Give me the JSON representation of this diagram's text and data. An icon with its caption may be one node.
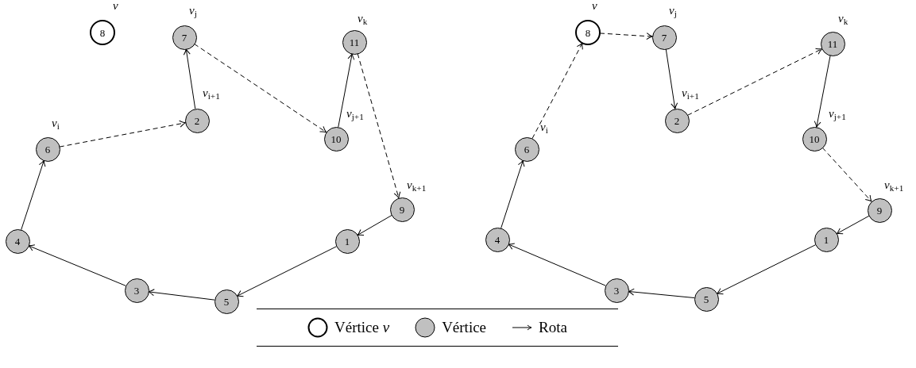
{
  "diagram": {
    "nodes": [
      {
        "text": [
          "8"
        ],
        "beside": [
          "*v*"
        ]
      },
      {
        "text": [
          "7"
        ],
        "beside": [
          "*v*$_{j}$"
        ]
      },
      {
        "text": [
          "11"
        ],
        "beside": [
          "*v*$_{k}$"
        ]
      },
      {
        "text": [
          "2"
        ],
        "beside": [
          "*v*$_{i+1}$"
        ]
      },
      {
        "text": [
          "6"
        ],
        "beside": [
          "*v*$_{i}$"
        ]
      },
      {
        "text": [
          "10"
        ],
        "beside": [
          "*v*$_{j+1}$"
        ]
      },
      {
        "text": [
          "9"
        ],
        "beside": [
          "*v*$_{k+1}$"
        ]
      },
      {
        "text": [
          "4"
        ]
      },
      {
        "text": [
          "1"
        ]
      },
      {
        "text": [
          "3"
        ]
      },
      {
        "text": [
          "5"
        ]
      },
      {
        "text": [
          "8"
        ],
        "beside": [
          "*v*"
        ]
      },
      {
        "text": [
          "7"
        ],
        "beside": [
          "*v*$_{j}$"
        ]
      },
      {
        "text": [
          "11"
        ],
        "beside": [
          "*v*$_{k}$"
        ]
      },
      {
        "text": [
          "2"
        ],
        "beside": [
          "*v*$_{i+1}$"
        ]
      },
      {
        "text": [
          "6"
        ],
        "beside": [
          "*v*$_{i}$"
        ]
      },
      {
        "text": [
          "10"
        ],
        "beside": [
          "*v*$_{j+1}$"
        ]
      },
      {
        "text": [
          "9"
        ],
        "beside": [
          "*v*$_{k+1}$"
        ]
      },
      {
        "text": [
          "4"
        ]
      },
      {
        "text": [
          "1"
        ]
      },
      {
        "text": [
          "3"
        ]
      },
      {
        "text": [
          "5"
        ]
      }
    ],
    "edges": [
      {
        "from": 7,
        "to": 4,
        "arrow": "to"
      },
      {
        "from": 4,
        "to": 3,
        "arrow": "to",
        "style": "dashed"
      },
      {
        "from": 3,
        "to": 1,
        "arrow": "to"
      },
      {
        "from": 1,
        "to": 5,
        "arrow": "to",
        "style": "dashed"
      },
      {
        "from": 5,
        "to": 2,
        "arrow": "to"
      },
      {
        "from": 2,
        "to": 6,
        "arrow": "to",
        "style": "dashed"
      },
      {
        "from": 6,
        "to": 8,
        "arrow": "to"
      },
      {
        "from": 8,
        "to": 10,
        "arrow": "to"
      },
      {
        "from": 10,
        "to": 9,
        "arrow": "to"
      },
      {
        "from": 9,
        "to": 7,
        "arrow": "to"
      },
      {
        "from": 18,
        "to": 15,
        "arrow": "to"
      },
      {
        "from": 15,
        "to": 11,
        "arrow": "to",
        "style": "dashed"
      },
      {
        "from": 11,
        "to": 12,
        "arrow": "to",
        "style": "dashed"
      },
      {
        "from": 12,
        "to": 14,
        "arrow": "to"
      },
      {
        "from": 14,
        "to": 13,
        "arrow": "to",
        "style": "dashed"
      },
      {
        "from": 13,
        "to": 16,
        "arrow": "to"
      },
      {
        "from": 16,
        "to": 17,
        "arrow": "to",
        "style": "dashed"
      },
      {
        "from": 17,
        "to": 19,
        "arrow": "to"
      },
      {
        "from": 19,
        "to": 21,
        "arrow": "to"
      },
      {
        "from": 21,
        "to": 20,
        "arrow": "to"
      },
      {
        "from": 20,
        "to": 18,
        "arrow": "to"
      }
    ],
    "legend": [
      {
        "text": "Vértice *v*"
      },
      {
        "text": "Vértice",
        "color": "#c0c0c0"
      },
      {
        "text": "Rota"
      }
    ]
  }
}
